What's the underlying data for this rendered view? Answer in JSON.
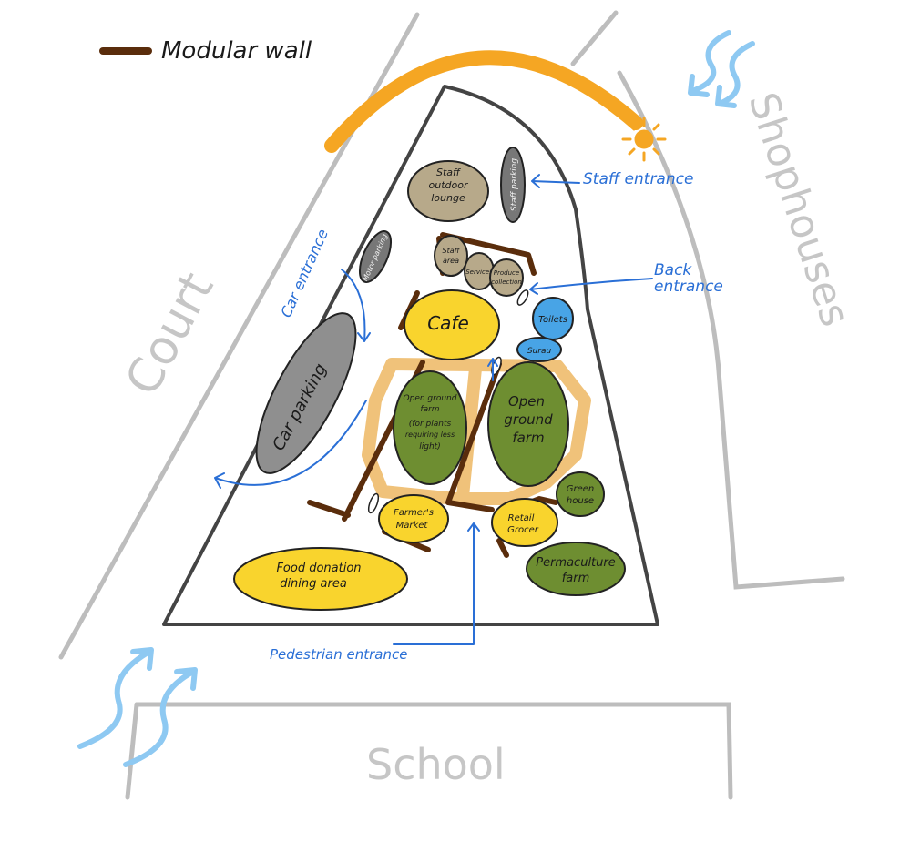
{
  "legend": {
    "modular_wall_label": "Modular wall"
  },
  "surroundings": {
    "court": "Court",
    "shophouses": "Shophouses",
    "school": "School"
  },
  "entrances": {
    "staff": "Staff entrance",
    "back_line1": "Back",
    "back_line2": "entrance",
    "car": "Car entrance",
    "pedestrian": "Pedestrian entrance"
  },
  "zones": {
    "staff_lounge": [
      "Staff",
      "outdoor",
      "lounge"
    ],
    "staff_parking": "Staff parking",
    "motor_parking": "Motor parking",
    "staff_area": [
      "Staff",
      "area"
    ],
    "services": "Services",
    "produce_collection": [
      "Produce",
      "collection"
    ],
    "cafe": "Cafe",
    "toilets": "Toilets",
    "surau": "Surau",
    "car_parking": "Car parking",
    "farm_left": [
      "Open ground",
      "farm",
      "(for plants",
      "requiring less",
      "light)"
    ],
    "farm_right": [
      "Open",
      "ground",
      "farm"
    ],
    "green_house": [
      "Green",
      "house"
    ],
    "farmers_market": [
      "Farmer's",
      "Market"
    ],
    "retail_grocer": [
      "Retail",
      "Grocer"
    ],
    "permaculture": [
      "Permaculture",
      "farm"
    ],
    "food_donation": [
      "Food donation",
      "dining area"
    ]
  },
  "colors": {
    "site_outline": "#444444",
    "street": "#bdbdbd",
    "sun": "#f5a623",
    "wind": "#8ec9f2",
    "circulation": "#2a6fd6",
    "path": "#f0c27a",
    "modular_wall": "#5a2d0c",
    "gray_zone": "#8f8f8f",
    "dark_gray_zone": "#777777",
    "khaki_zone": "#b7a98a",
    "yellow_zone": "#f9d42d",
    "green_zone": "#6e8e31",
    "blue_zone": "#48a4e6"
  }
}
